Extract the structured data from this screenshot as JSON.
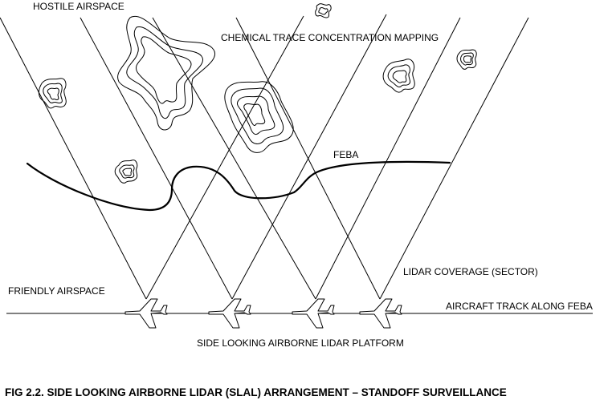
{
  "labels": {
    "hostile_airspace": "HOSTILE AIRSPACE",
    "chemical_trace": "CHEMICAL TRACE CONCENTRATION MAPPING",
    "feba": "FEBA",
    "lidar_coverage": "LIDAR COVERAGE (SECTOR)",
    "friendly_airspace": "FRIENDLY AIRSPACE",
    "aircraft_track": "AIRCRAFT TRACK ALONG FEBA",
    "platform": "SIDE LOOKING AIRBORNE LIDAR PLATFORM"
  },
  "caption": "FIG 2.2. SIDE LOOKING AIRBORNE LIDAR (SLAL) ARRANGEMENT – STANDOFF SURVEILLANCE",
  "aircraft_count": 4,
  "icons": [
    "aircraft-icon",
    "chemical-plume-icon"
  ]
}
